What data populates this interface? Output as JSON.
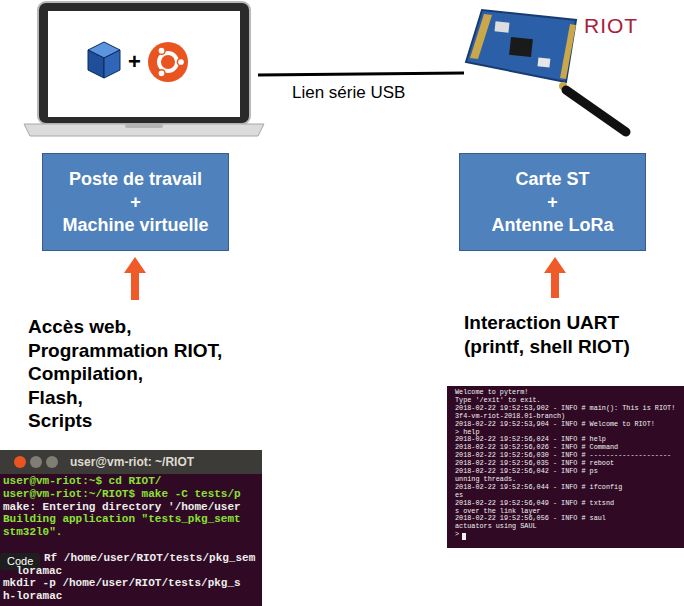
{
  "diagram": {
    "nodes": [
      {
        "text": [
          "Poste de travail",
          "+",
          "Machine virtuelle"
        ]
      },
      {
        "text": [
          "Carte ST",
          "+",
          "Antenne LoRa"
        ]
      }
    ],
    "labels": [
      "+",
      "RIOT",
      "Lien série USB",
      "Accès web,",
      "Programmation RIOT,",
      "Compilation,",
      "Flash,",
      "Scripts",
      "Interaction UART",
      "(printf, shell RIOT)",
      "Welcome to pyterm!",
      "Type '/exit' to exit.",
      "2018-02-22 19:52:53,902 - INFO # main(): This is RIOT!",
      "3f4-vm-riot-2018.01-branch)",
      "2018-02-22 19:52:53,904 - INFO # Welcome to RIOT!",
      "> help",
      "2018-02-22 19:52:56,024 - INFO #  help",
      "2018-02-22 19:52:56,026 - INFO # Command",
      "2018-02-22 19:52:56,030 - INFO # --------------------",
      "2018-02-22 19:52:56,035 - INFO # reboot",
      "2018-02-22 19:52:56,042 - INFO # ps",
      "unning threads.",
      "2018-02-22 19:52:56,044 - INFO # ifconfig",
      "es",
      "2018-02-22 19:52:56,049 - INFO # txtsnd",
      "s over the link layer",
      "2018-02-22 19:52:56,056 - INFO # saul",
      "actuators using SAUL",
      ">",
      "user@vm-riot: ~/RIOT",
      "user@vm-riot:~$ cd RIOT/",
      "user@vm-riot:~/RIOT$ make -C tests/p",
      "make: Entering directory '/home/user",
      "Building application \"tests_pkg_semt",
      "stm32l0\".",
      "Rf /home/user/RIOT/tests/pkg_sem",
      "loramac",
      "mkdir -p /home/user/RIOT/tests/pkg_s",
      "h-loramac",
      "Code"
    ]
  }
}
